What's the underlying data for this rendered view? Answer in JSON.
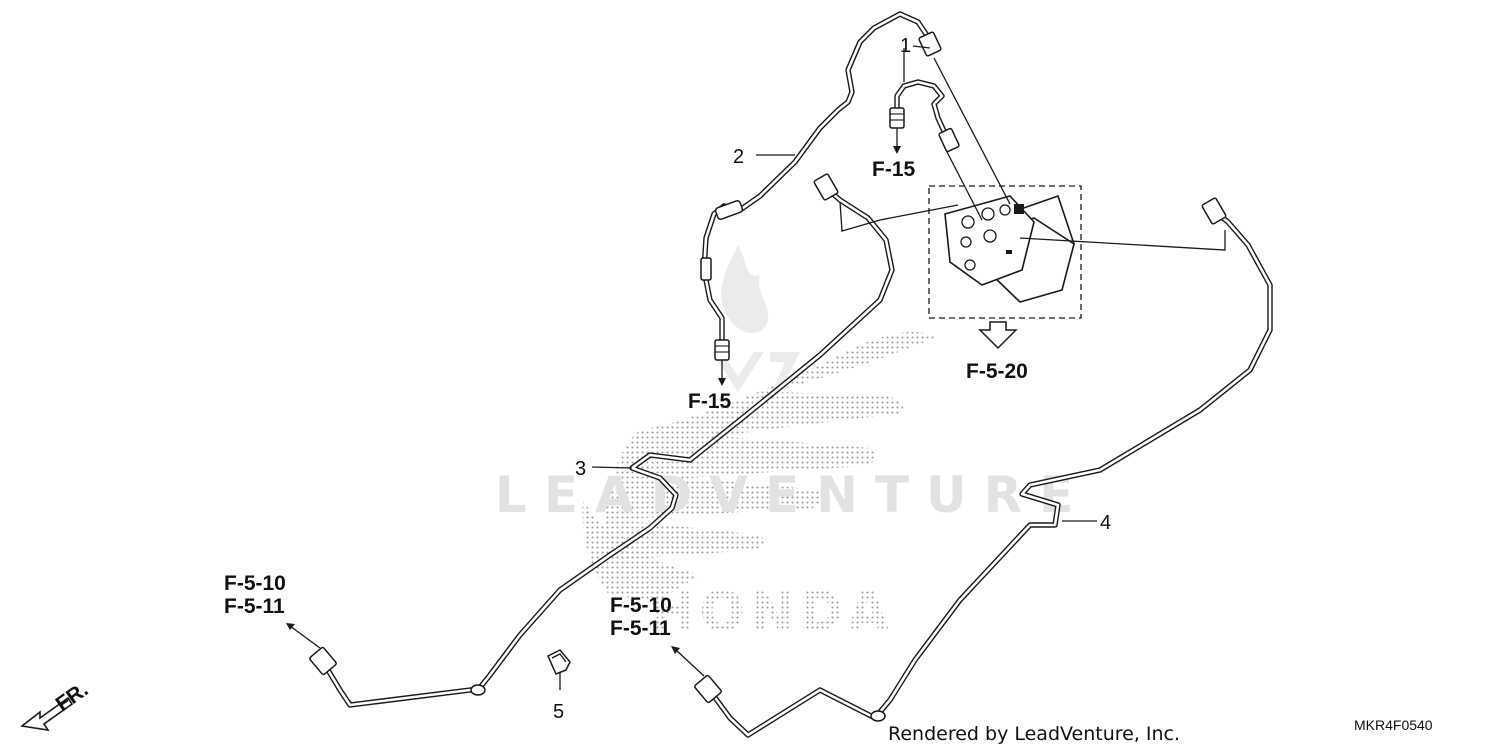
{
  "watermark": {
    "text": "LEADVENTURE",
    "brand_text": "HONDA"
  },
  "callouts": {
    "part_1": "1",
    "part_2": "2",
    "part_3": "3",
    "part_4": "4",
    "part_5": "5"
  },
  "references": {
    "f15_upper": "F-15",
    "f15_lower": "F-15",
    "f520": "F-5-20",
    "f510_left": "F-5-10",
    "f511_left": "F-5-11",
    "f510_center": "F-5-10",
    "f511_center": "F-5-11"
  },
  "front_indicator": "FR.",
  "footer": {
    "credit": "Rendered by LeadVenture, Inc.",
    "diagram_code": "MKR4F0540"
  },
  "colors": {
    "line": "#1a1a1a",
    "background": "#ffffff",
    "watermark": "#e2e2e2"
  }
}
